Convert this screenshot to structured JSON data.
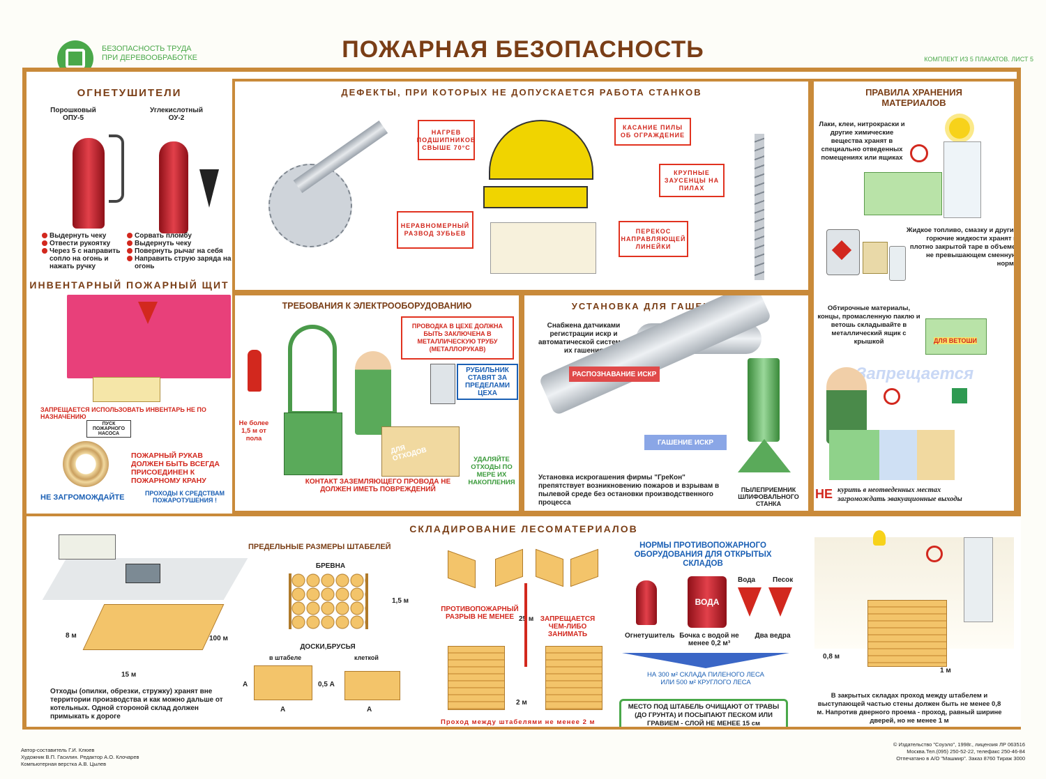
{
  "header": {
    "logo_line1": "БЕЗОПАСНОСТЬ ТРУДА",
    "logo_line2": "ПРИ ДЕРЕВООБРАБОТКЕ",
    "title": "ПОЖАРНАЯ БЕЗОПАСНОСТЬ",
    "series": "КОМПЛЕКТ ИЗ 5 ПЛАКАТОВ. ЛИСТ 5"
  },
  "extinguishers": {
    "title": "ОГНЕТУШИТЕЛИ",
    "powder_name": "Порошковый",
    "powder_model": "ОПУ-5",
    "co2_name": "Углекислотный",
    "co2_model": "ОУ-2",
    "powder_steps": [
      "Выдернуть чеку",
      "Отвести рукоятку",
      "Через 5 с направить сопло на огонь и нажать ручку"
    ],
    "co2_steps": [
      "Сорвать пломбу",
      "Выдернуть чеку",
      "Повернуть рычаг на себя",
      "Направить струю заряда на огонь"
    ]
  },
  "shield": {
    "title": "ИНВЕНТАРНЫЙ ПОЖАРНЫЙ ЩИТ",
    "warning": "ЗАПРЕЩАЕТСЯ ИСПОЛЬЗОВАТЬ ИНВЕНТАРЬ НЕ ПО НАЗНАЧЕНИЮ",
    "pump_sign": "ПУСК ПОЖАРНОГО НАСОСА",
    "hose_text": "ПОЖАРНЫЙ РУКАВ ДОЛЖЕН БЫТЬ ВСЕГДА ПРИСОЕДИНЕН К ПОЖАРНОМУ КРАНУ",
    "no_clutter": "НЕ ЗАГРОМОЖДАЙТЕ",
    "no_clutter_rest": "ПРОХОДЫ К СРЕДСТВАМ ПОЖАРОТУШЕНИЯ !"
  },
  "defects": {
    "title": "ДЕФЕКТЫ, ПРИ КОТОРЫХ НЕ ДОПУСКАЕТСЯ РАБОТА СТАНКОВ",
    "bearing": "НАГРЕВ ПОДШИПНИКОВ СВЫШЕ 70°С",
    "uneven": "НЕРАВНОМЕРНЫЙ РАЗВОД ЗУБЬЕВ",
    "touch": "КАСАНИЕ ПИЛЫ ОБ ОГРАЖДЕНИЕ",
    "burrs": "КРУПНЫЕ ЗАУСЕНЦЫ НА ПИЛАХ",
    "skew": "ПЕРЕКОС НАПРАВЛЯЮЩЕЙ ЛИНЕЙКИ"
  },
  "storage_rules": {
    "title": "ПРАВИЛА ХРАНЕНИЯ МАТЕРИАЛОВ",
    "text1": "Лаки, клеи, нитрокраски и другие химические вещества хранят в специально отведенных помещениях или ящиках",
    "text2": "Жидкое топливо, смазку и другие горючие жидкости хранят в плотно закрытой таре в объеме, не превышающем сменную норму",
    "text3": "Обтирочные материалы, концы, промасленную паклю и ветошь складывайте в металлический ящик с крышкой",
    "rag_box": "ДЛЯ ВЕТОШИ",
    "forbidden": "Запрещается",
    "ne": "НЕ",
    "ne_line1": "курить в неотведенных местах",
    "ne_line2": "загромождать эвакуационные выходы"
  },
  "electrical": {
    "title": "ТРЕБОВАНИЯ К ЭЛЕКТРООБОРУДОВАНИЮ",
    "wiring": "ПРОВОДКА В ЦЕХЕ ДОЛЖНА БЫТЬ ЗАКЛЮЧЕНА В МЕТАЛЛИЧЕСКУЮ ТРУБУ (МЕТАЛЛОРУКАВ)",
    "switch": "РУБИЛЬНИК СТАВЯТ ЗА ПРЕДЕЛАМИ ЦЕХА",
    "height": "Не более 1,5 м от пола",
    "contact": "КОНТАКТ ЗАЗЕМЛЯЮЩЕГО ПРОВОДА НЕ ДОЛЖЕН ИМЕТЬ ПОВРЕЖДЕНИЙ",
    "waste_box": "ДЛЯ ОТХОДОВ",
    "remove": "УДАЛЯЙТЕ ОТХОДЫ ПО МЕРЕ ИХ НАКОПЛЕНИЯ"
  },
  "spark": {
    "title": "УСТАНОВКА ДЛЯ ГАШЕНИЯ ИСКР",
    "desc": "Снабжена датчиками регистрации искр и автоматической системой их гашения",
    "detect": "РАСПОЗНАВАНИЕ ИСКР",
    "extinguish": "ГАШЕНИЕ ИСКР",
    "bottom": "Установка искрогашения фирмы \"ГреКон\" препятствует возникновению пожаров и взрывам в пылевой среде без остановки производственного процесса",
    "collector": "ПЫЛЕПРИЕМНИК ШЛИФОВАЛЬНОГО СТАНКА"
  },
  "timber": {
    "title": "СКЛАДИРОВАНИЕ ЛЕСОМАТЕРИАЛОВ",
    "pile_8": "8 м",
    "pile_15": "15 м",
    "pile_100": "100 м",
    "waste_text": "Отходы (опилки, обрезки, стружку) хранят вне территории производства и как можно дальше от котельных. Одной стороной склад должен примыкать к дороге",
    "limits_title": "ПРЕДЕЛЬНЫЕ РАЗМЕРЫ ШТАБЕЛЕЙ",
    "logs": "БРЕВНА",
    "h15": "1,5 м",
    "boards": "ДОСКИ,БРУСЬЯ",
    "in_stack": "в штабеле",
    "cage": "клеткой",
    "a": "А",
    "a05": "0,5 А",
    "gap1": "ПРОТИВОПОЖАРНЫЙ",
    "gap2": "РАЗРЫВ НЕ МЕНЕЕ",
    "gap_dist": "25 м",
    "gap_forbid": "ЗАПРЕЩАЕТСЯ ЧЕМ-ЛИБО ЗАНИМАТЬ",
    "two_m": "2 м",
    "passage": "Проход между штабелями не менее 2 м",
    "norms_title": "НОРМЫ ПРОТИВОПОЖАРНОГО ОБОРУДОВАНИЯ ДЛЯ ОТКРЫТЫХ СКЛАДОВ",
    "water": "Вода",
    "sand": "Песок",
    "barrel_label": "ВОДА",
    "ext_cap": "Огнетушитель",
    "barrel_cap": "Бочка с водой не менее 0,2 м³",
    "buckets_cap": "Два ведра",
    "per_area": "НА 300 м² СКЛАДА ПИЛЕНОГО ЛЕСА ИЛИ 500 м² КРУГЛОГО ЛЕСА",
    "clear": "МЕСТО ПОД ШТАБЕЛЬ ОЧИЩАЮТ ОТ ТРАВЫ (ДО ГРУНТА) И ПОСЫПАЮТ ПЕСКОМ ИЛИ ГРАВИЕМ - СЛОЙ НЕ МЕНЕЕ 15 см",
    "closed_08": "0,8 м",
    "closed_1": "1 м",
    "closed_text": "В закрытых складах проход между штабелем и выступающей частью стены должен быть не менее 0,8 м. Напротив дверного проема - проход, равный ширине дверей, но не менее 1 м"
  },
  "footer": {
    "left1": "Автор-составитель Г.И. Клюев",
    "left2": "Художник В.П. Гасилин. Редактор А.О. Клочарев",
    "left3": "Компьютерная верстка А.В. Цылев",
    "right1": "© Издательство \"Соуэло\", 1998г., лицензия ЛР 063516",
    "right2": "Москва.Тел.(095) 250-52-22, телефакс 250-46-84",
    "right3": "Отпечатано в А/О \"Машмир\". Заказ 8760 Тираж 3000"
  },
  "colors": {
    "frame": "#c98a3a",
    "title": "#7a3e16",
    "warning": "#d2281e",
    "info": "#1a5fb4"
  }
}
